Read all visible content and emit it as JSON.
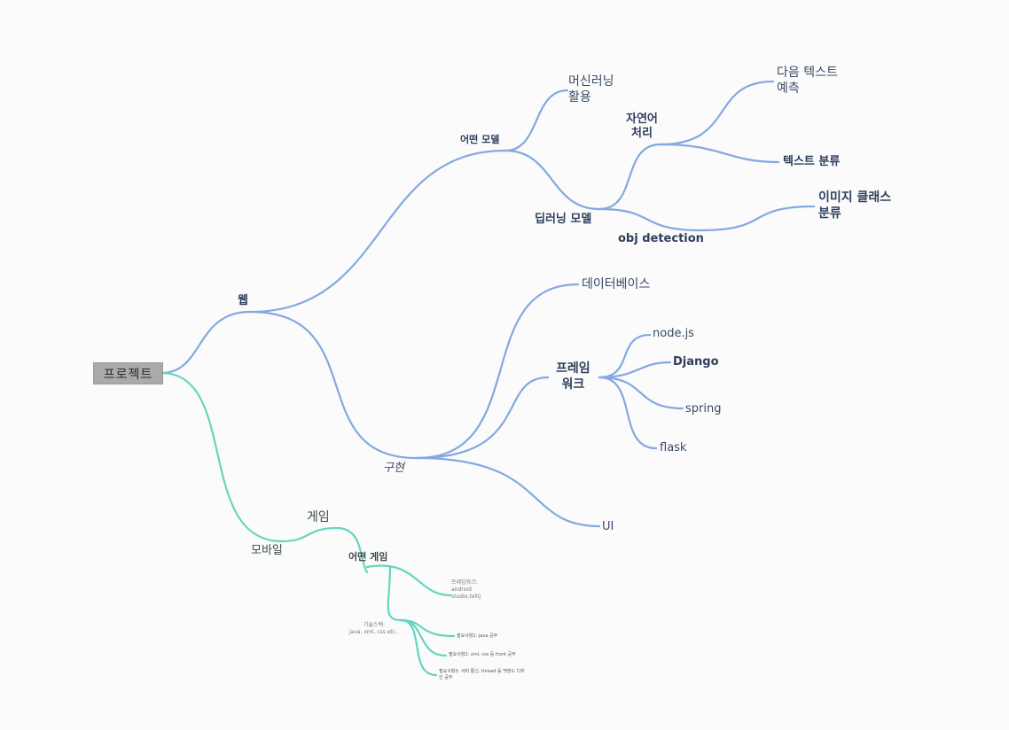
{
  "root": "프로젝트",
  "web": {
    "label": "웹",
    "model": {
      "label": "어떤 모델",
      "ml": "머신러닝\n활용",
      "dl": {
        "label": "딥러닝 모델",
        "nlp": "자연어\n처리",
        "next_text": "다음 텍스트\n예측",
        "text_cls": "텍스트 분류",
        "obj": "obj detection",
        "img_cls": "이미지 클래스\n분류"
      }
    },
    "impl": {
      "label": "구현",
      "db": "데이터베이스",
      "framework": {
        "label": "프레임\n워크",
        "items": [
          "node.js",
          "Django",
          "spring",
          "flask"
        ]
      },
      "ui": "UI"
    }
  },
  "mobile": {
    "label": "모바일",
    "game": {
      "label": "게임",
      "which": "어떤 게임",
      "framework": "프레임워크:\nandroid\nstudio,tellij",
      "stack": "기술스택:\njava, xml, css etc..",
      "needs": [
        "필요사항1: java 공부",
        "필요사항2: xml, css 등 front 공부",
        "필요사항3: 서버 통신, thread 등 백엔드 디자\n인 공부"
      ]
    }
  },
  "colors": {
    "web_branch": "#84a8e0",
    "mobile_branch": "#66d5bf",
    "root_fill": "#aaaaaa"
  }
}
